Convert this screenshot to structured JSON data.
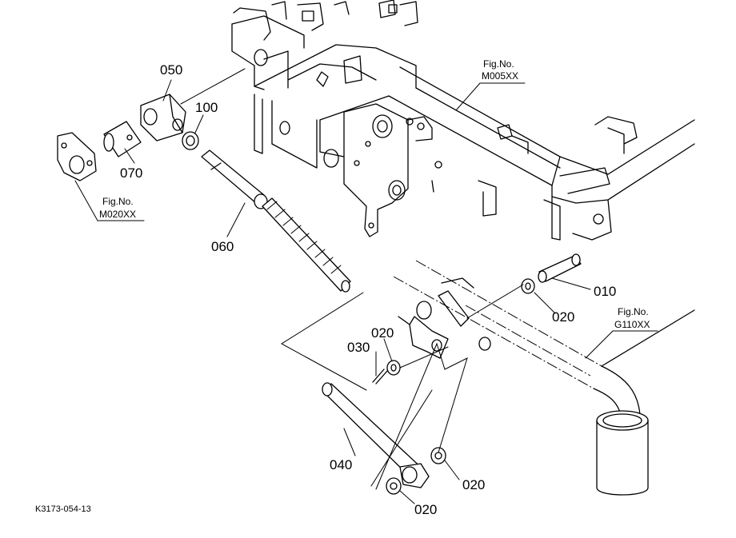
{
  "diagram": {
    "drawing_code": "K3173-054-13",
    "callouts": {
      "p050": "050",
      "p100": "100",
      "p070": "070",
      "p060": "060",
      "p010": "010",
      "p020_right": "020",
      "p020_mid": "020",
      "p030": "030",
      "p040": "040",
      "p020_lower_right": "020",
      "p020_bottom": "020"
    },
    "figure_refs": {
      "m005": {
        "line1": "Fig.No.",
        "line2": "M005XX"
      },
      "m020": {
        "line1": "Fig.No.",
        "line2": "M020XX"
      },
      "g110": {
        "line1": "Fig.No.",
        "line2": "G110XX"
      }
    }
  }
}
